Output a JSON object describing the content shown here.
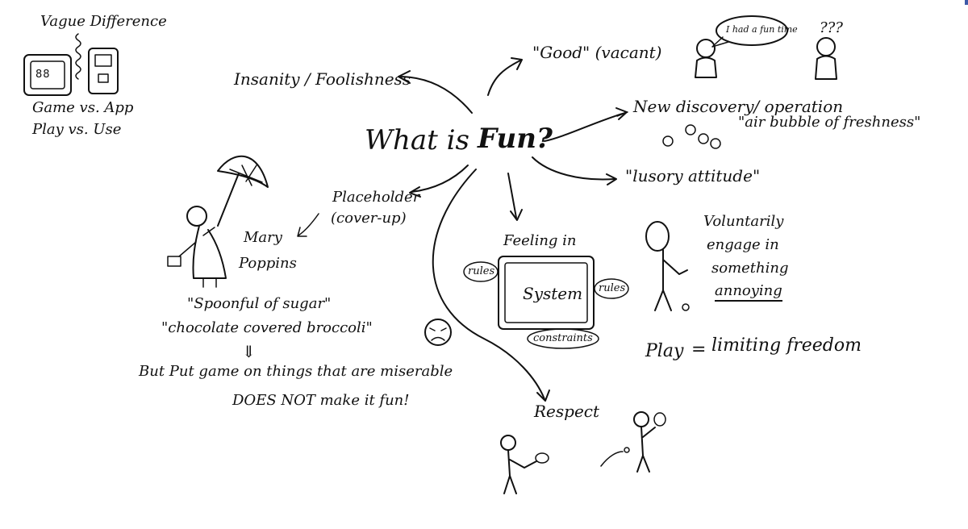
{
  "center": {
    "prefix": "What is",
    "word": "Fun?"
  },
  "vague": {
    "title": "Vague Difference",
    "game_vs_app": "Game vs. App",
    "play_vs_use": "Play vs. Use",
    "game_screen": "88"
  },
  "branches": {
    "insanity": "Insanity / Foolishness",
    "good": "\"Good\" (vacant)",
    "new_discovery": "New discovery/ operation",
    "air_bubble": "\"air bubble of freshness\"",
    "lusory": "\"lusory attitude\"",
    "placeholder": "Placeholder",
    "cover_up": "(cover-up)",
    "feeling_in": "Feeling in",
    "respect": "Respect"
  },
  "speech": {
    "bubble": "I had a fun time",
    "question": "???"
  },
  "poppins": {
    "mary": "Mary",
    "poppins": "Poppins",
    "sugar": "\"Spoonful of sugar\"",
    "broccoli": "\"chocolate covered broccoli\"",
    "arrow": "⇓",
    "line1": "But Put game on things that are miserable",
    "line2": "DOES NOT make it fun!"
  },
  "system": {
    "label": "System",
    "rules_left": "rules",
    "rules_right": "rules",
    "constraints": "constraints"
  },
  "voluntary": {
    "line1": "Voluntarily",
    "line2": "engage in",
    "line3": "something",
    "line4": "annoying"
  },
  "play": {
    "label": "Play",
    "equals": "=",
    "definition": "limiting freedom"
  }
}
